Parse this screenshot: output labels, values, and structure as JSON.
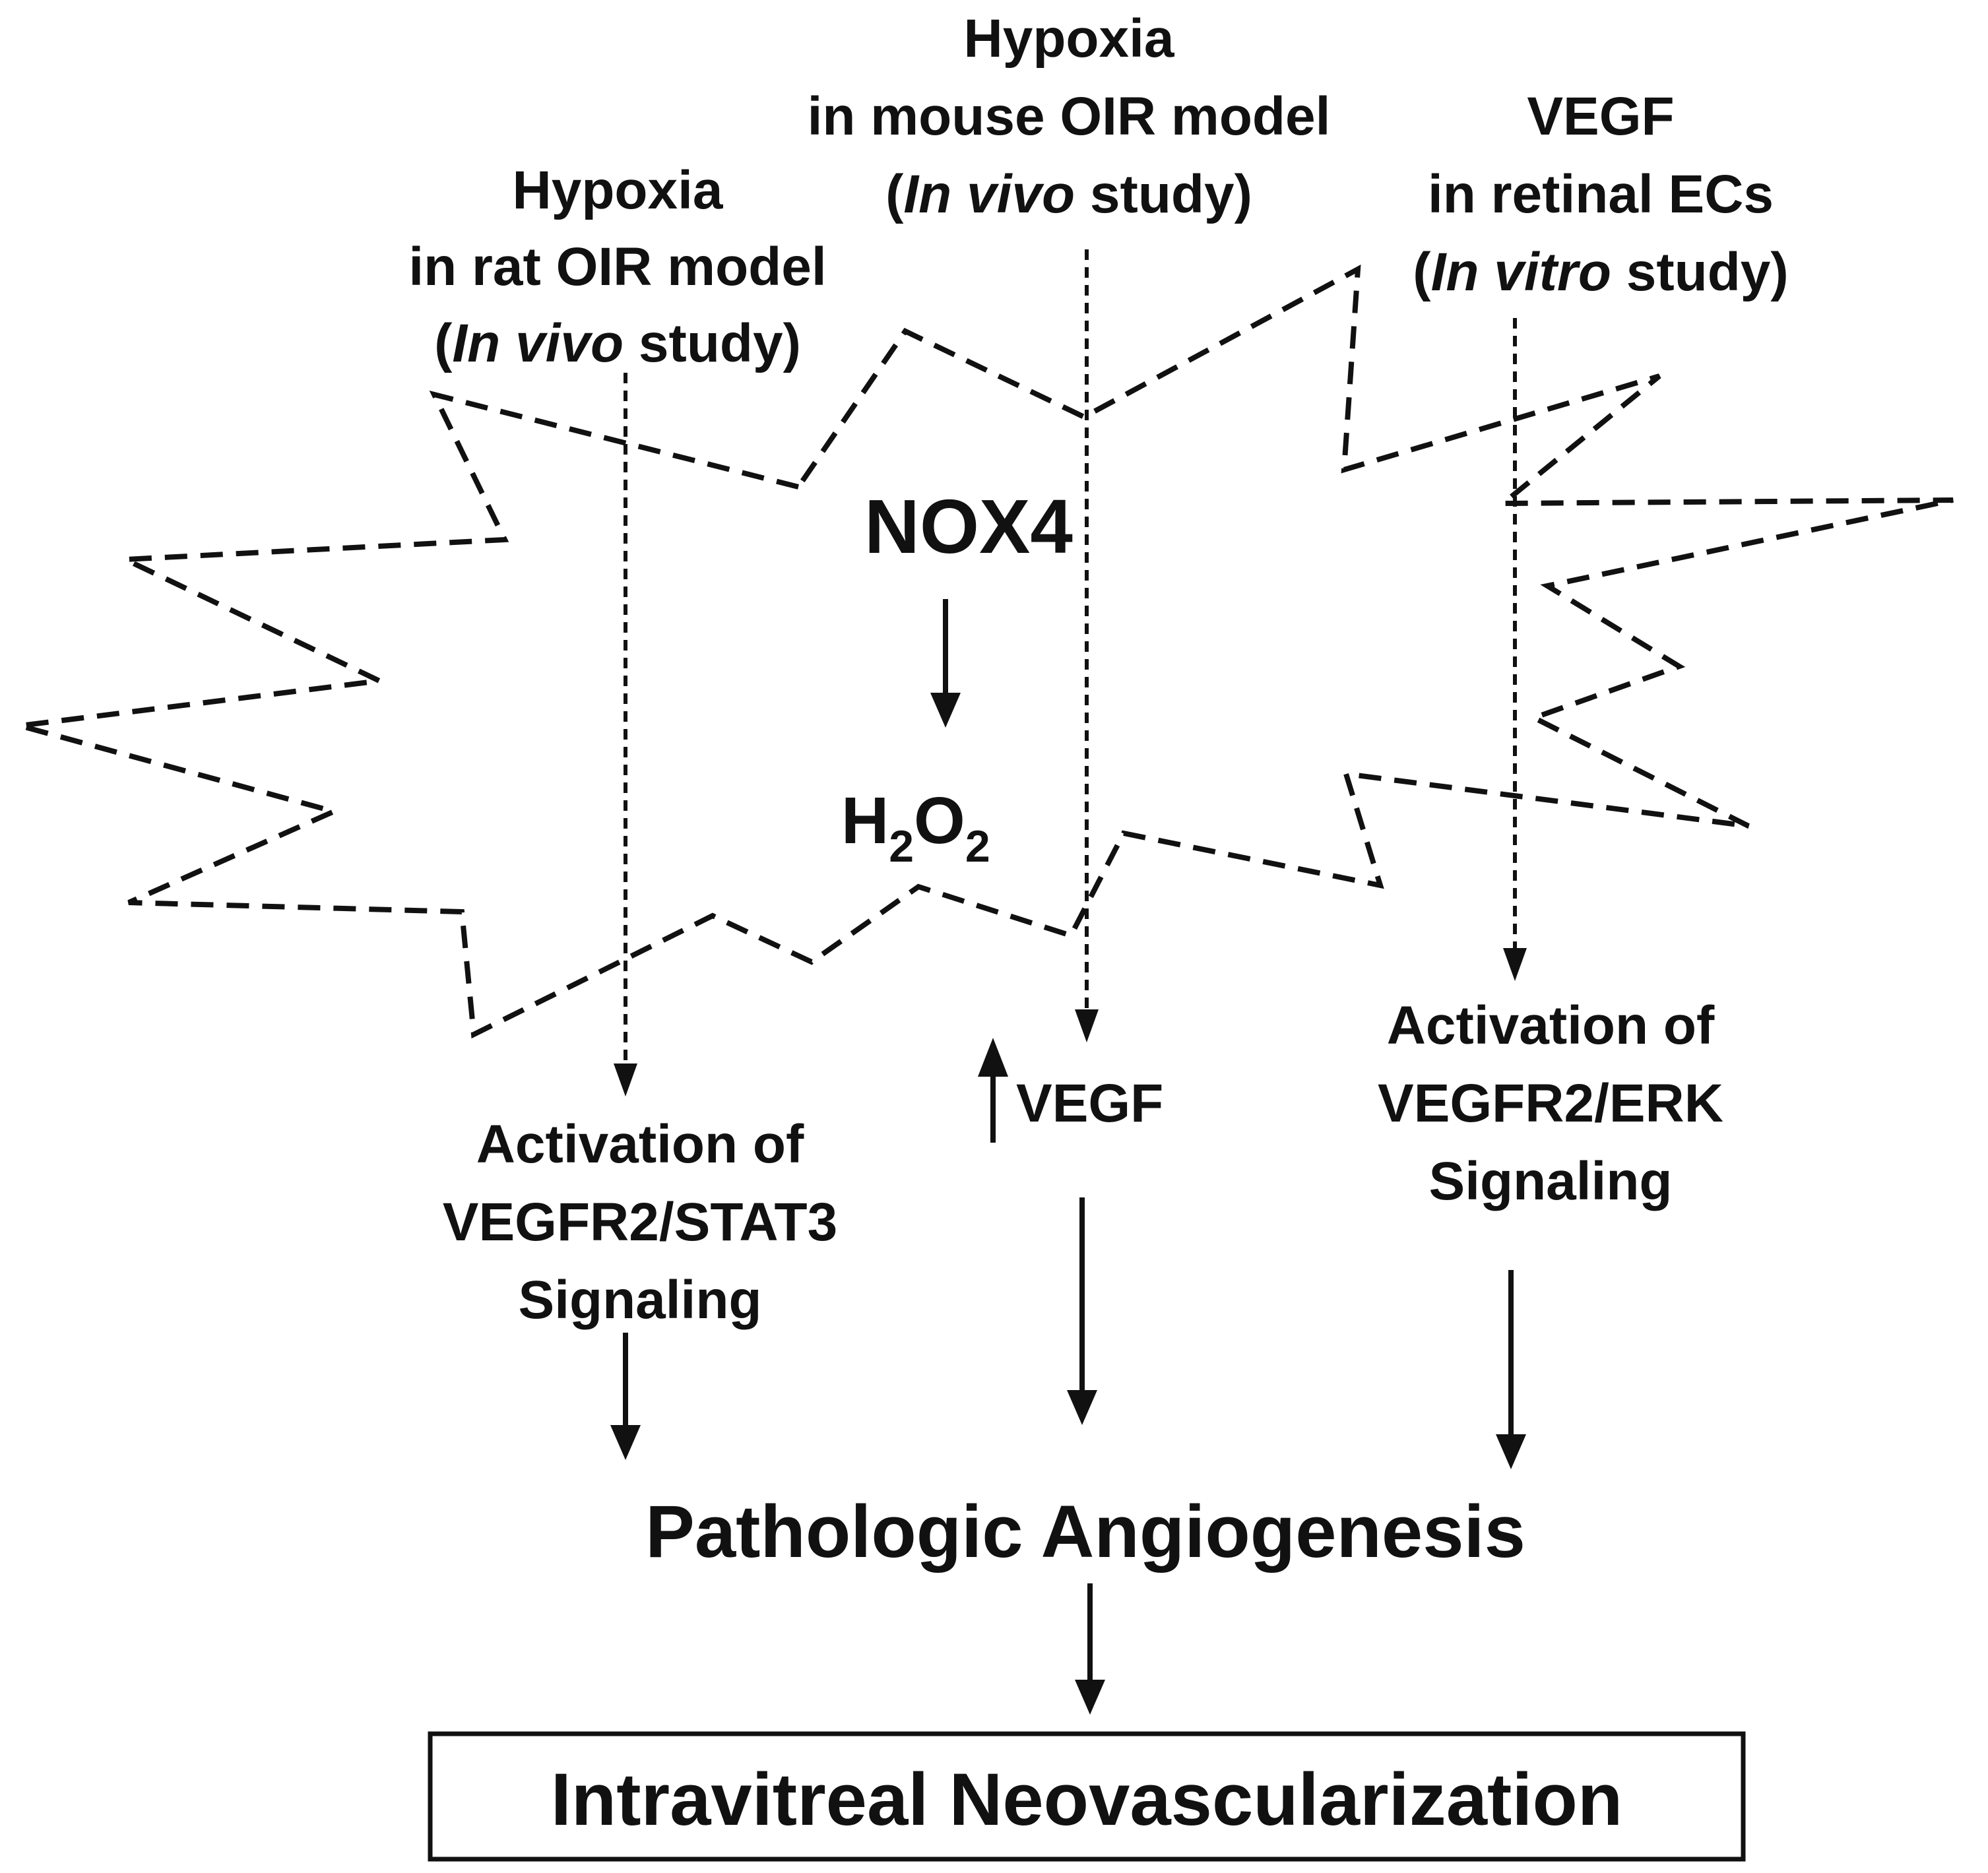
{
  "sources": {
    "rat": {
      "line1": "Hypoxia",
      "line2": "in rat OIR model",
      "open": "(",
      "italic": "In vivo",
      "rest": " study)"
    },
    "mouse": {
      "line1": "Hypoxia",
      "line2": "in mouse OIR model",
      "open": "(",
      "italic": "In vivo",
      "rest": " study)"
    },
    "vegf": {
      "line1": "VEGF",
      "line2": "in retinal ECs",
      "open": "(",
      "italic": "In vitro",
      "rest": " study)"
    }
  },
  "center": {
    "nox4": "NOX4",
    "h2o2": {
      "h": "H",
      "sub1": "2",
      "o": "O",
      "sub2": "2"
    }
  },
  "outcomes": {
    "stat3": {
      "line1": "Activation of",
      "line2": "VEGFR2/STAT3",
      "line3": "Signaling"
    },
    "vegf_up": {
      "label": "VEGF"
    },
    "erk": {
      "line1": "Activation of",
      "line2": "VEGFR2/ERK",
      "line3": "Signaling"
    }
  },
  "result": "Pathologic Angiogenesis",
  "final": "Intravitreal Neovascularization"
}
